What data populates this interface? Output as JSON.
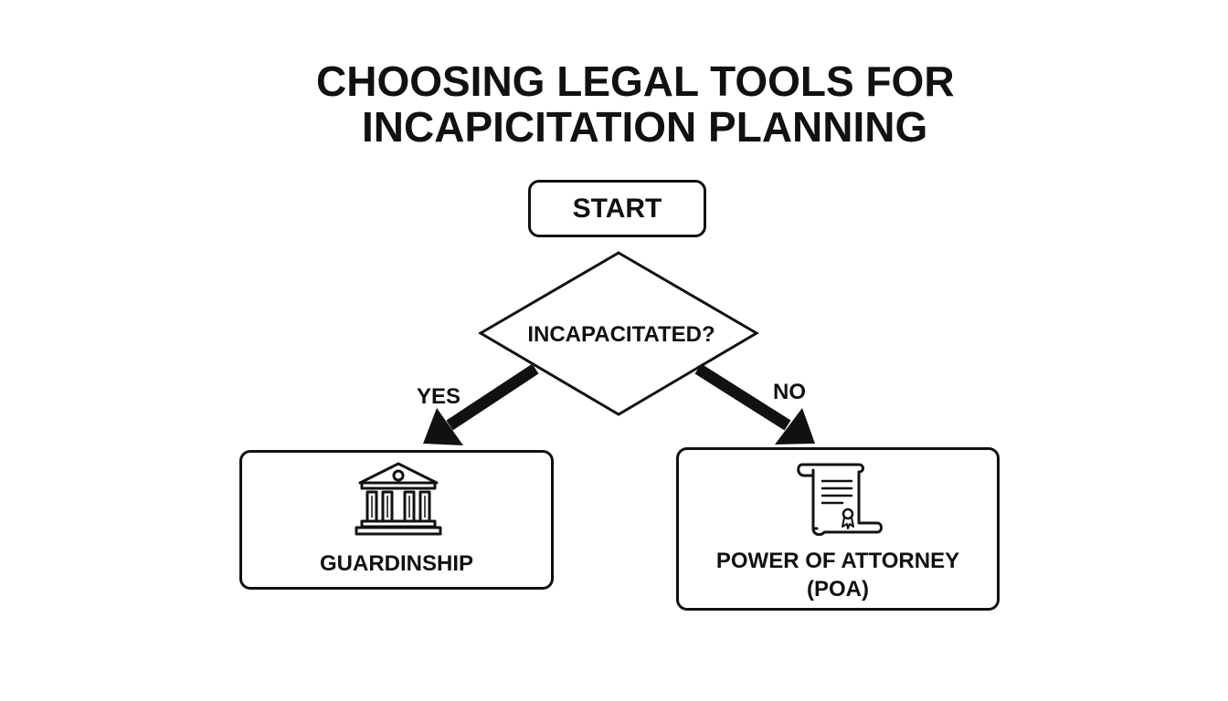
{
  "title": {
    "line1": "CHOOSING LEGAL TOOLS FOR",
    "line2": "INCAPICITATION PLANNING"
  },
  "start": {
    "label": "START"
  },
  "decision": {
    "label": "INCAPACITATED?"
  },
  "branches": {
    "yes": "YES",
    "no": "NO"
  },
  "outcomes": {
    "guardianship": {
      "label": "GUARDINSHIP",
      "icon": "courthouse-icon"
    },
    "poa": {
      "label_line1": "POWER OF ATTORNEY",
      "label_line2": "(POA)",
      "icon": "document-scroll-icon"
    }
  },
  "colors": {
    "ink": "#111111",
    "background": "#ffffff"
  }
}
